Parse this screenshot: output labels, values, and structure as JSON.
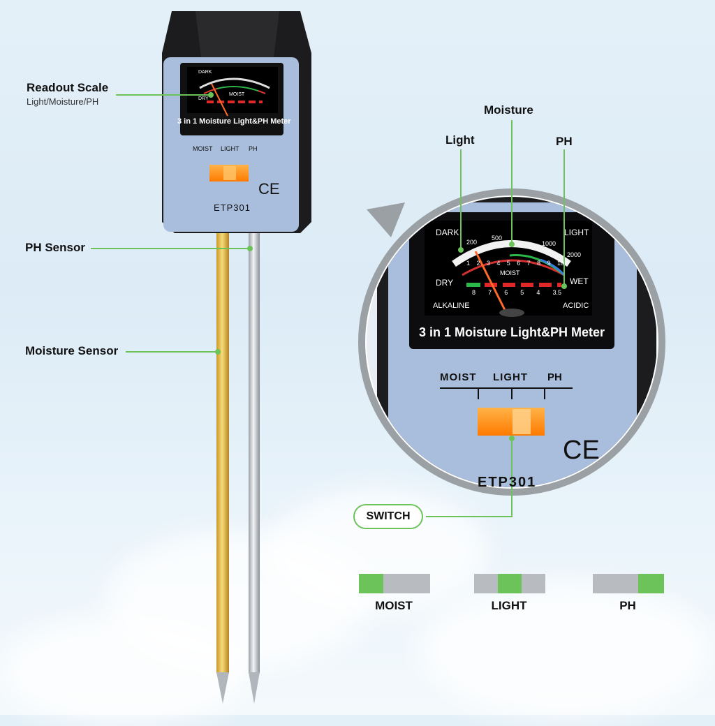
{
  "callouts": {
    "readout_scale": "Readout Scale",
    "readout_scale_sub": "Light/Moisture/PH",
    "ph_sensor": "PH Sensor",
    "moisture_sensor": "Moisture Sensor",
    "moisture": "Moisture",
    "light": "Light",
    "ph": "PH",
    "switch": "SWITCH"
  },
  "meter": {
    "title": "3 in 1 Moisture Light&PH Meter",
    "model": "ETP301",
    "ce_mark": "CE",
    "switch_labels": [
      "MOIST",
      "LIGHT",
      "PH"
    ],
    "dial": {
      "dark": "DARK",
      "light": "LIGHT",
      "dry": "DRY",
      "wet": "WET",
      "alkaline": "ALKALINE",
      "acidic": "ACIDIC",
      "moist": "MOIST",
      "light_ticks": [
        "200",
        "500",
        "1000",
        "2000"
      ],
      "moist_ticks": [
        "1",
        "2",
        "3",
        "4",
        "5",
        "6",
        "7",
        "8",
        "9",
        "10"
      ],
      "ph_ticks": [
        "8",
        "7",
        "6",
        "5",
        "4",
        "3.5"
      ]
    }
  },
  "legend": [
    {
      "label": "MOIST",
      "active_index": 0
    },
    {
      "label": "LIGHT",
      "active_index": 1
    },
    {
      "label": "PH",
      "active_index": 2
    }
  ],
  "colors": {
    "accent_green": "#6cc35a",
    "inactive_gray": "#b8bcc0",
    "device_blue": "#a9bedc",
    "switch_orange": "#ff8a1a"
  }
}
